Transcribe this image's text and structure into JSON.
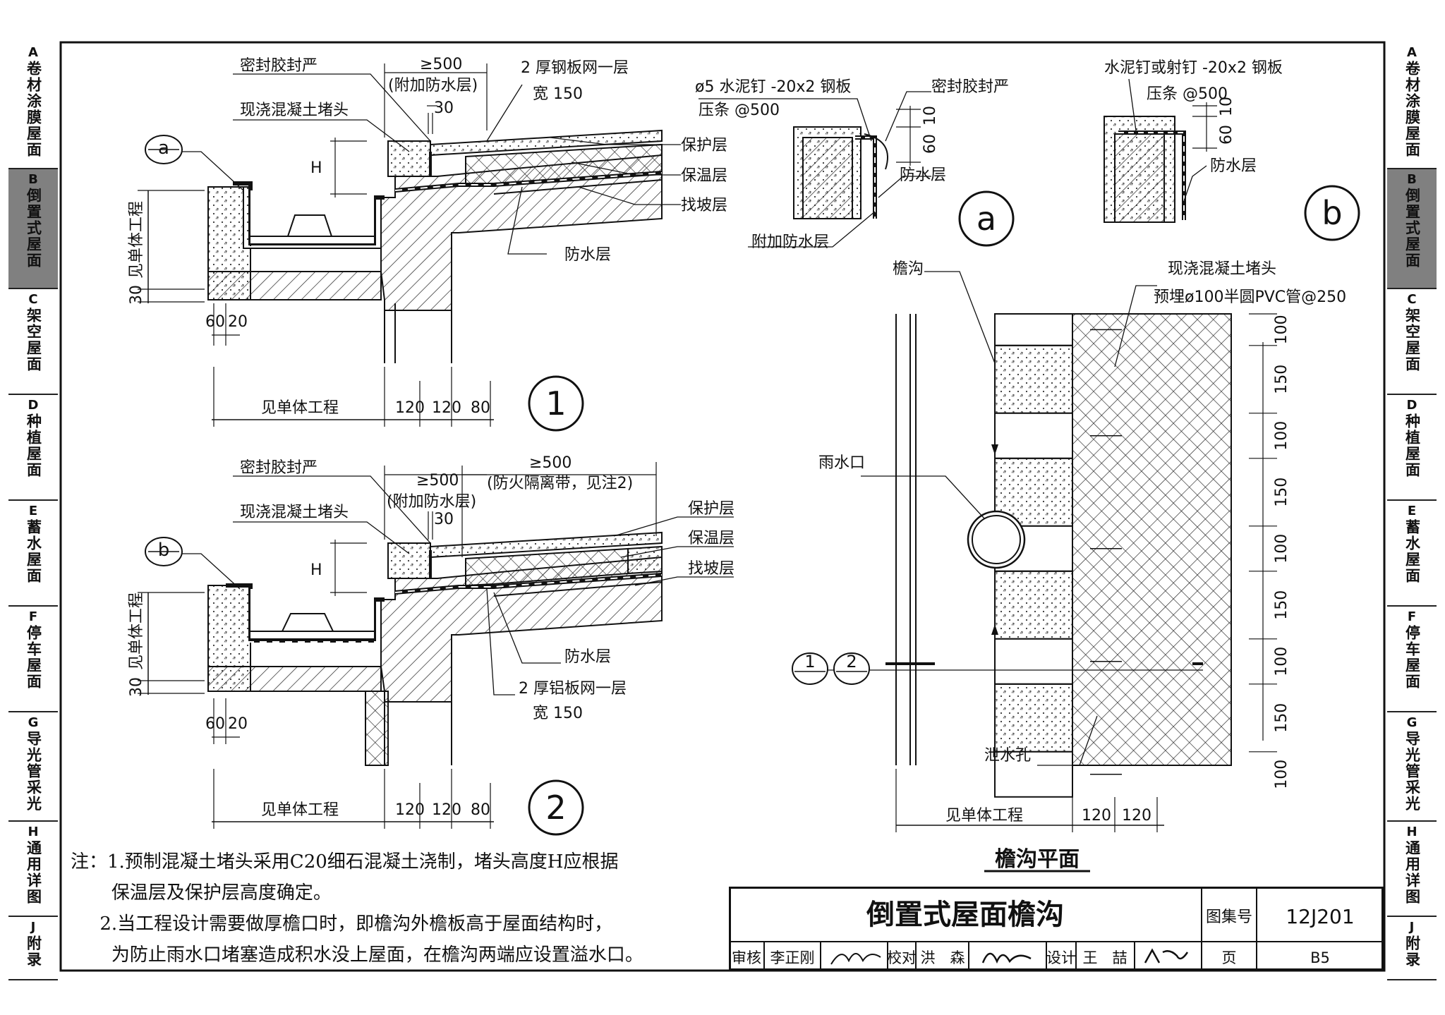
{
  "sidebar_left": [
    {
      "code": "A",
      "label": "卷材涂膜屋面",
      "active": false
    },
    {
      "code": "B",
      "label": "倒置式屋面",
      "active": true
    },
    {
      "code": "C",
      "label": "架空屋面",
      "active": false
    },
    {
      "code": "D",
      "label": "种植屋面",
      "active": false
    },
    {
      "code": "E",
      "label": "蓄水屋面",
      "active": false
    },
    {
      "code": "F",
      "label": "停车屋面",
      "active": false
    },
    {
      "code": "G",
      "label": "导光管采光",
      "active": false
    },
    {
      "code": "H",
      "label": "通用详图",
      "active": false
    },
    {
      "code": "J",
      "label": "附录",
      "active": false
    }
  ],
  "sidebar_right": [
    {
      "code": "A",
      "label": "卷材涂膜屋面",
      "active": false
    },
    {
      "code": "B",
      "label": "倒置式屋面",
      "active": true
    },
    {
      "code": "C",
      "label": "架空屋面",
      "active": false
    },
    {
      "code": "D",
      "label": "种植屋面",
      "active": false
    },
    {
      "code": "E",
      "label": "蓄水屋面",
      "active": false
    },
    {
      "code": "F",
      "label": "停车屋面",
      "active": false
    },
    {
      "code": "G",
      "label": "导光管采光",
      "active": false
    },
    {
      "code": "H",
      "label": "通用详图",
      "active": false
    },
    {
      "code": "J",
      "label": "附录",
      "active": false
    }
  ],
  "detail1": {
    "number": "1",
    "callout": "a",
    "labels": {
      "seal": "密封胶封严",
      "stub": "现浇混凝土堵头",
      "min500": "≥500",
      "extra_wp": "(附加防水层)",
      "dim30": "30",
      "mesh": "2 厚钢板网一层",
      "mesh_width": "宽 150",
      "protect": "保护层",
      "insul": "保温层",
      "slope": "找坡层",
      "wp": "防水层",
      "h": "H",
      "see_project_v": "见单体工程",
      "dim30_v": "30",
      "dim60": "60",
      "dim20": "20",
      "see_project": "见单体工程",
      "d120a": "120",
      "d120b": "120",
      "d80": "80"
    }
  },
  "detail2": {
    "number": "2",
    "callout": "b",
    "labels": {
      "seal": "密封胶封严",
      "stub": "现浇混凝土堵头",
      "min500a": "≥500",
      "extra_wp": "(附加防水层)",
      "min500b": "≥500",
      "fire": "(防火隔离带，见注2)",
      "dim30": "30",
      "protect": "保护层",
      "insul": "保温层",
      "slope": "找坡层",
      "wp": "防水层",
      "mesh": "2 厚铝板网一层",
      "mesh_width": "宽 150",
      "h": "H",
      "see_project_v": "见单体工程",
      "dim30_v": "30",
      "dim60": "60",
      "dim20": "20",
      "see_project": "见单体工程",
      "d120a": "120",
      "d120b": "120",
      "d80": "80"
    }
  },
  "detail_a": {
    "letter": "a",
    "nail": "ø5 水泥钉 -20x2 钢板",
    "strip": "压条 @500",
    "seal": "密封胶封严",
    "d10": "10",
    "d60": "60",
    "wp": "防水层",
    "extra_wp": "附加防水层"
  },
  "detail_b": {
    "letter": "b",
    "nail": "水泥钉或射钉 -20x2 钢板",
    "strip": "压条 @500",
    "d10": "10",
    "d60": "60",
    "wp": "防水层"
  },
  "plan": {
    "gutter": "檐沟",
    "stub": "现浇混凝土堵头",
    "pvc": "预埋ø100半圆PVC管@250",
    "outlet": "雨水口",
    "weep": "泄水孔",
    "dims": [
      "100",
      "150",
      "100",
      "150",
      "100",
      "150",
      "100",
      "150",
      "100"
    ],
    "see_project": "见单体工程",
    "d120a": "120",
    "d120b": "120",
    "sec1": "1",
    "sec2": "2",
    "title": "檐沟平面"
  },
  "notes": [
    "注：1.预制混凝土堵头采用C20细石混凝土浇制，堵头高度H应根据",
    "       保温层及保护层高度确定。",
    "     2.当工程设计需要做厚檐口时，即檐沟外檐板高于屋面结构时，",
    "       为防止雨水口堵塞造成积水没上屋面，在檐沟两端应设置溢水口。"
  ],
  "title_block": {
    "title": "倒置式屋面檐沟",
    "atlas_label": "图集号",
    "atlas_no": "12J201",
    "review_label": "审核",
    "reviewer": "李正刚",
    "check_label": "校对",
    "checker": "洪　森",
    "design_label": "设计",
    "designer": "王　喆",
    "page_label": "页",
    "page_no": "B5"
  }
}
